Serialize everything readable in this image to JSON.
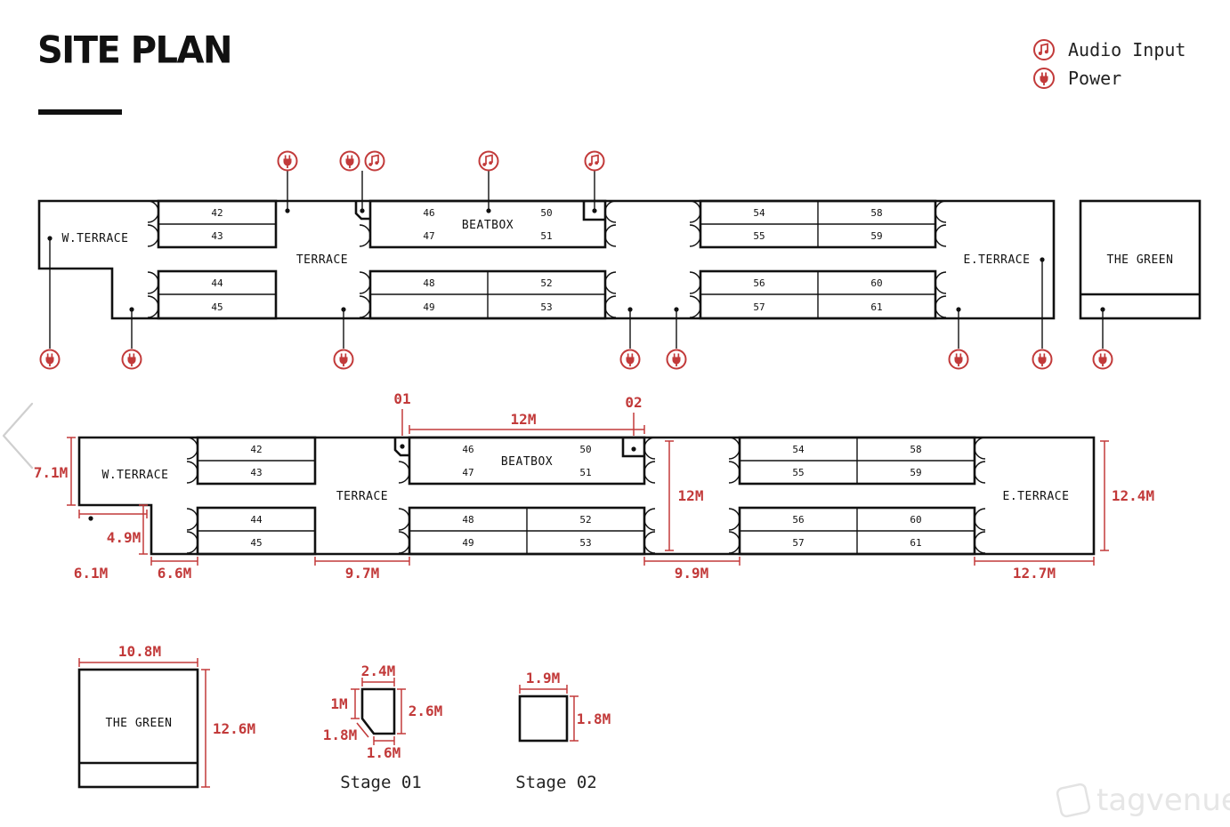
{
  "header": {
    "title": "SITE PLAN"
  },
  "legend": {
    "audio": "Audio Input",
    "power": "Power"
  },
  "colors": {
    "accent": "#c23a3a",
    "line": "#111111"
  },
  "icons": {
    "audio": "music-note-icon",
    "power": "power-plug-icon"
  },
  "top_plan": {
    "w_terrace": "W.TERRACE",
    "terrace": "TERRACE",
    "beatbox": "BEATBOX",
    "e_terrace": "E.TERRACE",
    "the_green": "THE GREEN",
    "booths": [
      "42",
      "43",
      "44",
      "45",
      "46",
      "47",
      "48",
      "49",
      "50",
      "51",
      "52",
      "53",
      "54",
      "55",
      "56",
      "57",
      "58",
      "59",
      "60",
      "61"
    ]
  },
  "bottom_plan": {
    "w_terrace": "W.TERRACE",
    "terrace": "TERRACE",
    "beatbox": "BEATBOX",
    "e_terrace": "E.TERRACE",
    "stage1_marker": "01",
    "stage2_marker": "02",
    "dims": {
      "beatbox_width": "12M",
      "west_height": "7.1M",
      "step": "4.9M",
      "west_step_width": "6.1M",
      "w_booth_gap": "6.6M",
      "terrace_gap": "9.7M",
      "mid_gap": "9.9M",
      "mid_height": "12M",
      "east_height": "12.4M",
      "east_width": "12.7M"
    }
  },
  "green": {
    "label": "THE GREEN",
    "width": "10.8M",
    "height": "12.6M"
  },
  "stage01": {
    "caption": "Stage 01",
    "top": "2.4M",
    "left": "1M",
    "diag": "1.8M",
    "right": "2.6M",
    "bottom": "1.6M"
  },
  "stage02": {
    "caption": "Stage 02",
    "width": "1.9M",
    "height": "1.8M"
  },
  "watermark": "tagvenue"
}
